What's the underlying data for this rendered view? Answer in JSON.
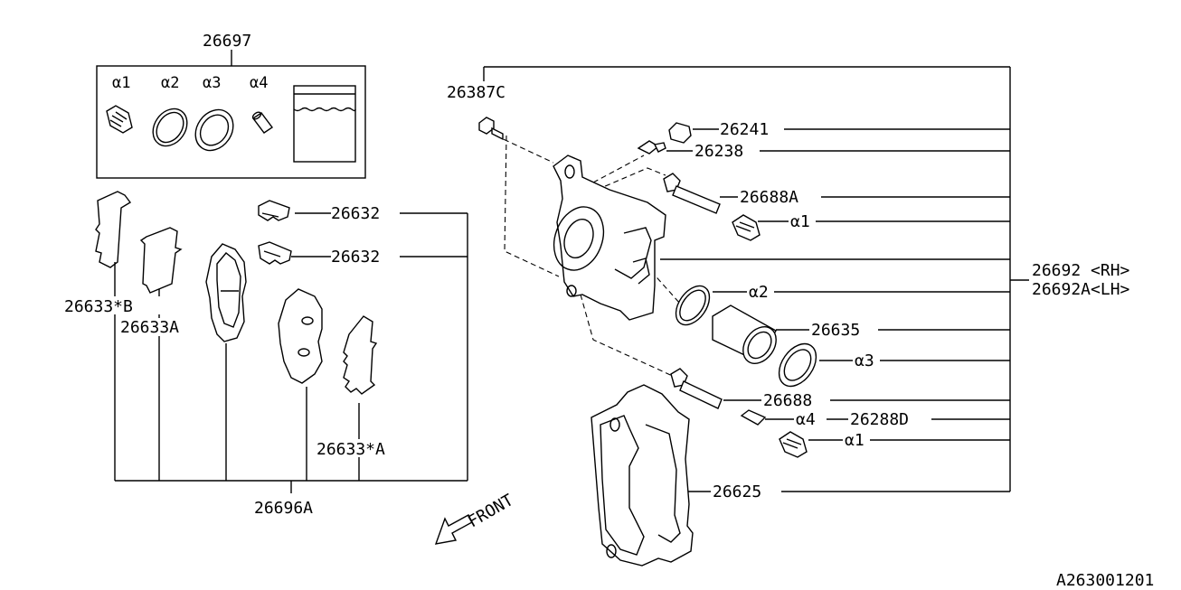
{
  "labels": {
    "kit": "26697",
    "kit_a1": "α1",
    "kit_a2": "α2",
    "kit_a3": "α3",
    "kit_a4": "α4",
    "bolt_c": "26387C",
    "cap": "26241",
    "bleeder": "26238",
    "pin_a": "26688A",
    "boot_a1": "α1",
    "clip1": "26632",
    "clip2": "26632",
    "caliper_rh": "26692 <RH>",
    "caliper_lh": "26692A<LH>",
    "seal_a2": "α2",
    "piston": "26635",
    "boot_a3": "α3",
    "pin": "26688",
    "sleeve_a4": "α4",
    "sleeve_num": "26288D",
    "boot2_a1": "α1",
    "support": "26625",
    "shim_b": "26633*B",
    "shim_a": "26633A",
    "shim_star_a": "26633*A",
    "pad_set": "26696A",
    "front": "FRONT",
    "ref_code": "A263001201"
  }
}
